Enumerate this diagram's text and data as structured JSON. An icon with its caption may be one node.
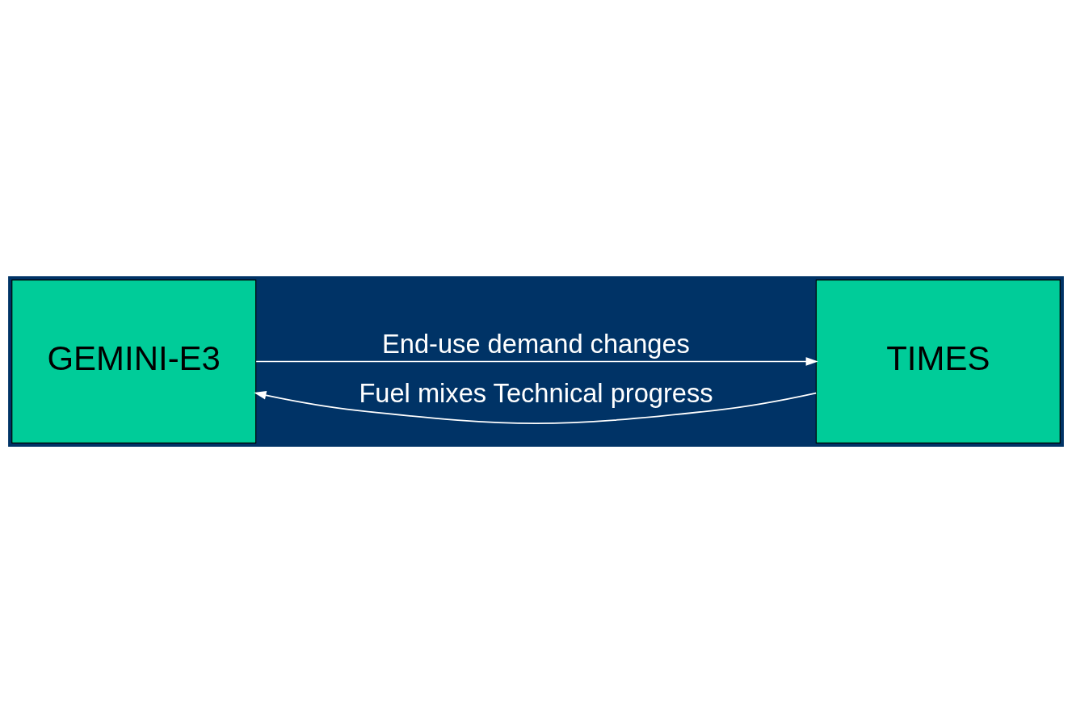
{
  "diagram": {
    "nodes": [
      {
        "text": [
          "GEMINI-E3"
        ]
      },
      {
        "text": [
          "TIMES"
        ]
      }
    ],
    "edges": [
      {
        "from": 0,
        "to": 1,
        "arrow": "to",
        "label": "End-use demand changes"
      },
      {
        "from": 1,
        "to": 0,
        "arrow": "to",
        "label": "Fuel mixes Technical progress"
      }
    ]
  }
}
